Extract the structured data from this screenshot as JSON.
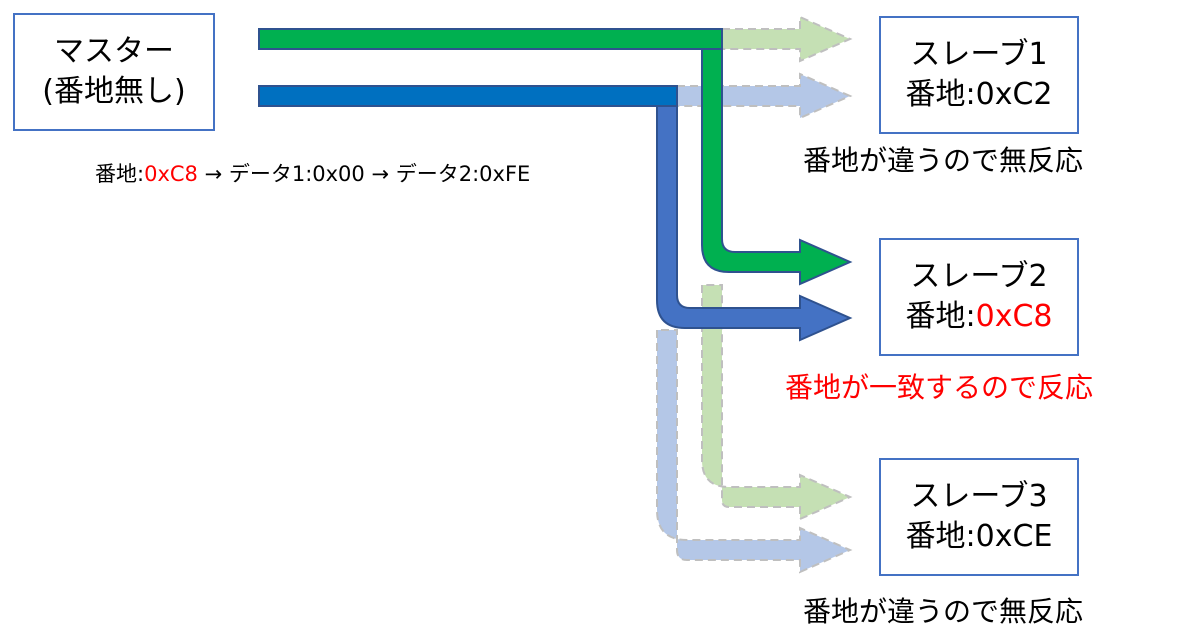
{
  "colors": {
    "box_border": "#4472c4",
    "green_arrow": "#00b050",
    "blue_arrow": "#4472c4",
    "blue_bar": "#0070c0",
    "faded_green": "#c5e0b4",
    "faded_blue": "#b4c7e7",
    "highlight_red": "#ff0000"
  },
  "master": {
    "line1": "マスター",
    "line2": "(番地無し)"
  },
  "sequence": {
    "address_label": "番地:",
    "address_value": "0xC8",
    "rest": " → データ1:0x00 → データ2:0xFE"
  },
  "slaves": [
    {
      "name": "スレーブ1",
      "addr_label": "番地:",
      "addr_value": "0xC2",
      "caption": "番地が違うので無反応",
      "match": false
    },
    {
      "name": "スレーブ2",
      "addr_label": "番地:",
      "addr_value": "0xC8",
      "caption": "番地が一致するので反応",
      "match": true
    },
    {
      "name": "スレーブ3",
      "addr_label": "番地:",
      "addr_value": "0xCE",
      "caption": "番地が違うので無反応",
      "match": false
    }
  ]
}
